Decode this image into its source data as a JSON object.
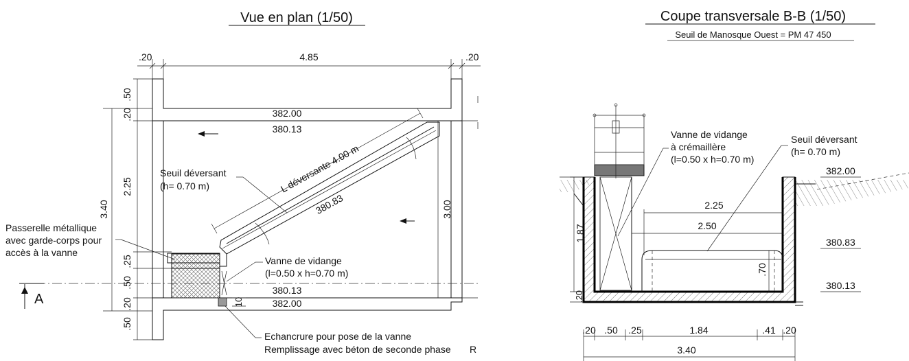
{
  "plan": {
    "title": "Vue en plan (1/50)",
    "dim_top_left": ".20",
    "dim_top_main": "4.85",
    "dim_top_right": ".20",
    "dim_left_50_top": ".50",
    "dim_left_20_top": ".20",
    "dim_left_225": "2.25",
    "dim_left_340": "3.40",
    "dim_left_25": ".25",
    "dim_left_50_mid": ".50",
    "dim_left_20_bot": ".20",
    "dim_left_50_bot": ".50",
    "dim_right_300": "3.00",
    "level_top_upper": "382.00",
    "level_top_lower": "380.13",
    "level_bot_upper": "380.13",
    "level_bot_lower": "382.00",
    "weir_length": "L déversante 4.00 m",
    "weir_level": "380.83",
    "small_dim_10": "10",
    "seuil_line1": "Seuil déversant",
    "seuil_line2": "(h= 0.70 m)",
    "passerelle_line1": "Passerelle métallique",
    "passerelle_line2": "avec garde-corps pour",
    "passerelle_line3": "accès à la vanne",
    "vanne_line1": "Vanne de vidange",
    "vanne_line2": "(l=0.50 x h=0.70 m)",
    "echancrure_line1": "Echancrure pour pose de la vanne",
    "echancrure_line2": "Remplissage avec béton de seconde phase",
    "section_marker": "A",
    "edge_letter": "R"
  },
  "section": {
    "title": "Coupe transversale B-B (1/50)",
    "subtitle": "Seuil de Manosque Ouest = PM 47 450",
    "vanne_line1": "Vanne de vidange",
    "vanne_line2": "à crémaillère",
    "vanne_line3": "(l=0.50 x h=0.70 m)",
    "seuil_line1": "Seuil déversant",
    "seuil_line2": "(h= 0.70 m)",
    "level_1": "382.00",
    "level_2": "380.83",
    "level_3": "380.13",
    "dim_225": "2.25",
    "dim_250": "2.50",
    "dim_187": "1.87",
    "dim_70": ".70",
    "dim_20_v": ".20",
    "bottom_dims": [
      ".20",
      ".50",
      ".25",
      "1.84",
      ".41",
      ".20"
    ],
    "dim_total": "3.40"
  }
}
